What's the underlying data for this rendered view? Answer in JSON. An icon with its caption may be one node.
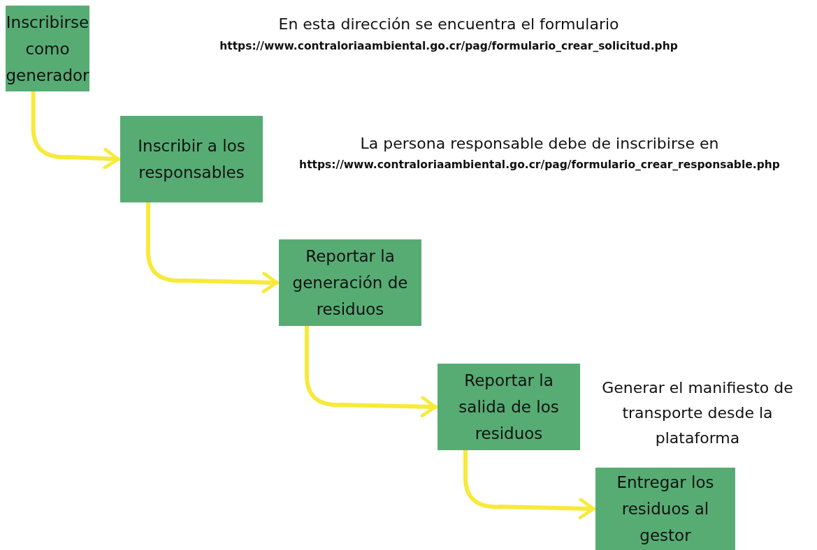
{
  "diagram": {
    "nodes": [
      {
        "text": [
          "Inscribirse como generador"
        ]
      },
      {
        "text": [
          "Inscribir a los responsables"
        ]
      },
      {
        "text": [
          "Reportar la generación de residuos"
        ]
      },
      {
        "text": [
          "Reportar la salida de los residuos"
        ]
      },
      {
        "text": [
          "Entregar los residuos al gestor"
        ]
      }
    ],
    "edges": [
      {
        "from": 0,
        "to": 1,
        "arrow": "to"
      },
      {
        "from": 1,
        "to": 2,
        "arrow": "to"
      },
      {
        "from": 2,
        "to": 3,
        "arrow": "to"
      },
      {
        "from": 3,
        "to": 4,
        "arrow": "to"
      }
    ],
    "labels": [
      "En esta dirección se encuentra el formulario",
      "https://www.contraloriaambiental.go.cr/pag/formulario_crear_solicitud.php",
      "La persona responsable debe de inscribirse en",
      "https://www.contraloriaambiental.go.cr/pag/formulario_crear_responsable.php",
      "Generar el manifiesto de transporte desde la plataforma"
    ]
  }
}
